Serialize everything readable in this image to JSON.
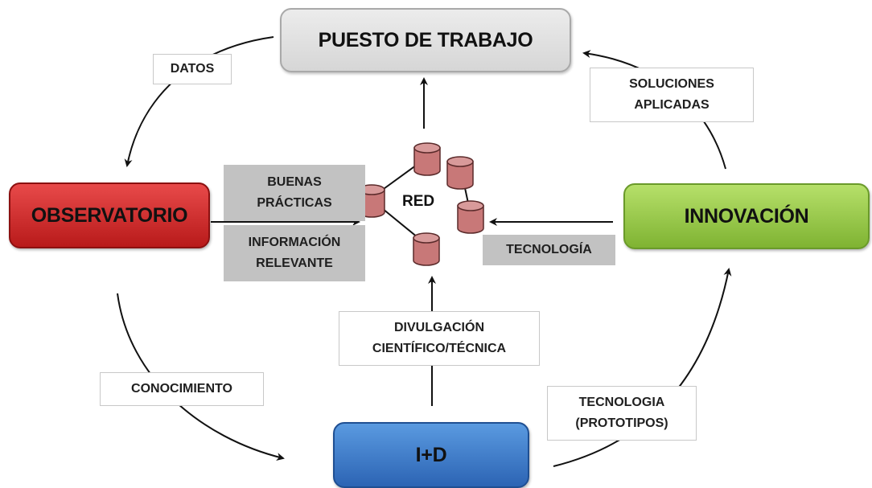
{
  "nodes": {
    "puesto": "PUESTO DE TRABAJO",
    "observatorio": "OBSERVATORIO",
    "innovacion": "INNOVACIÓN",
    "id": "I+D"
  },
  "network_label": "RED",
  "labels": {
    "datos": "DATOS",
    "soluciones": [
      "SOLUCIONES",
      "APLICADAS"
    ],
    "buenas": [
      "BUENAS",
      "PRÁCTICAS"
    ],
    "informacion": [
      "INFORMACIÓN",
      "RELEVANTE"
    ],
    "tecnologia_gray": "TECNOLOGÍA",
    "divulgacion": [
      "DIVULGACIÓN",
      "CIENTÍFICO/TÉCNICA"
    ],
    "conocimiento": "CONOCIMIENTO",
    "prototipos": [
      "TECNOLOGIA",
      "(PROTOTIPOS)"
    ]
  },
  "colors": {
    "observatorio": "#c82828",
    "innovacion": "#8cc23c",
    "id": "#3a78c8",
    "puesto": "#e0e0e0",
    "cylinder": "#c87878"
  }
}
